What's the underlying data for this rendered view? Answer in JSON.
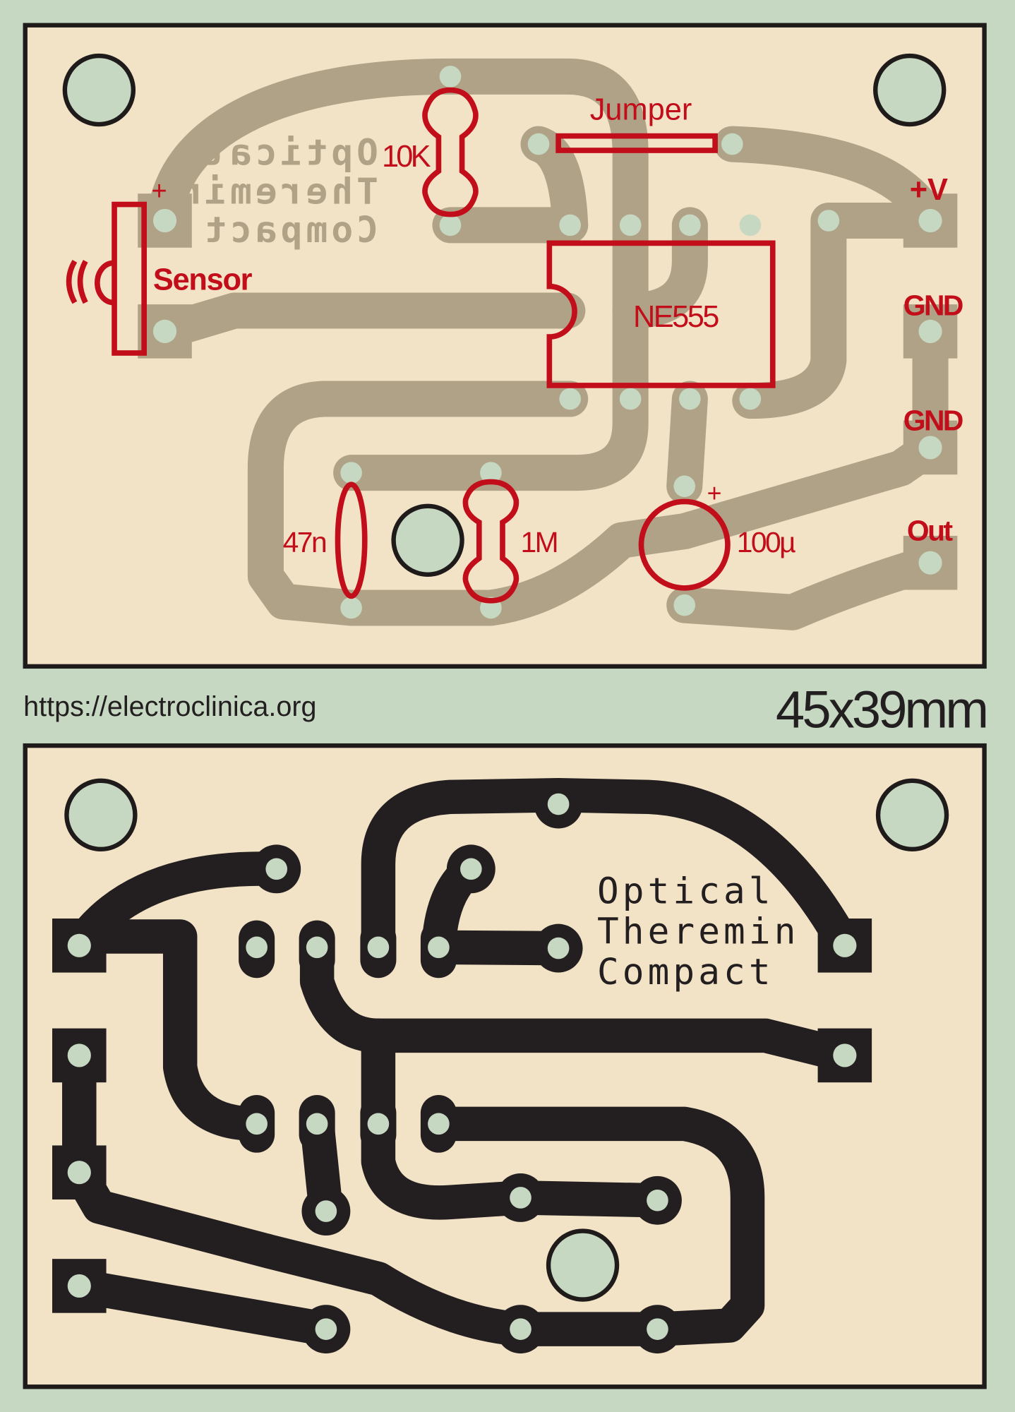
{
  "colors": {
    "background": "#c6d8c2",
    "board": "#f3e3c6",
    "copper_top": "#b0a287",
    "copper_bottom": "#231f20",
    "silkscreen": "#c20e1a"
  },
  "top_board": {
    "labels": {
      "sensor_plus": "+",
      "r1": "10K",
      "jumper": "Jumper",
      "sensor": "Sensor",
      "ic": "NE555",
      "vplus": "+V",
      "gnd1": "GND",
      "gnd2": "GND",
      "out": "Out",
      "c1": "47n",
      "r2": "1M",
      "c2": "100µ",
      "c2_plus": "+"
    },
    "mirrored_title": [
      "Optical",
      "Theremin",
      "Compact"
    ]
  },
  "footer": {
    "url": "https://electroclinica.org",
    "size": "45x39mm"
  },
  "bottom_board": {
    "title": [
      "Optical",
      "Theremin",
      "Compact"
    ]
  }
}
